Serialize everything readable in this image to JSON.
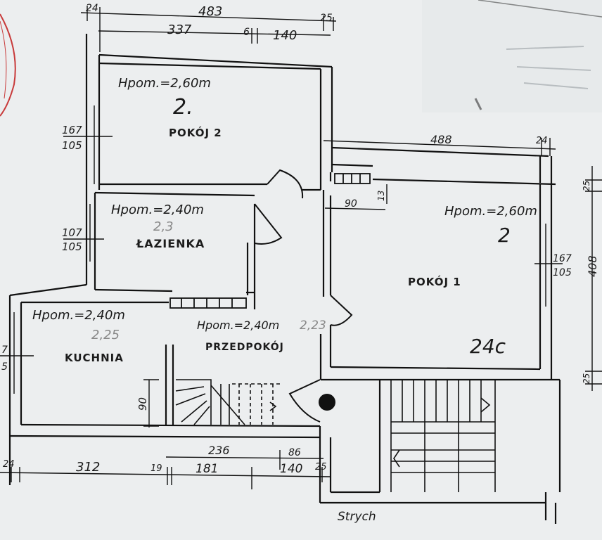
{
  "plan": {
    "rooms": {
      "pokoj2": {
        "name": "POKÓJ 2",
        "height": "Hpom.=2,60m",
        "mark": "2."
      },
      "lazienka": {
        "name": "ŁAZIENKA",
        "height": "Hpom.=2,40m",
        "mark": "2,3"
      },
      "kuchnia": {
        "name": "KUCHNIA",
        "height": "Hpom.=2,40m",
        "mark": "2,25"
      },
      "przedpokoj": {
        "name": "PRZEDPOKÓJ",
        "height": "Hpom.=2,40m",
        "mark": "2,23"
      },
      "pokoj1": {
        "name": "POKÓJ 1",
        "height": "Hpom.=2,60m",
        "mark": "2",
        "mark2": "24c"
      }
    },
    "dimensions": {
      "top_24": "24",
      "top_483": "483",
      "top_25": "25",
      "top_337": "337",
      "top_6": "6",
      "top_140": "140",
      "mid_488": "488",
      "mid_24": "24",
      "p2_167": "167",
      "p2_105": "105",
      "lz_107": "107",
      "lz_105": "105",
      "p1_167": "167",
      "p1_105": "105",
      "p1_90": "90",
      "p1_13": "13",
      "right_408": "408",
      "right_25a": "25",
      "right_25b": "25",
      "k_7": "7",
      "k_5": "5",
      "st_90": "90",
      "bot_236": "236",
      "bot_86": "86",
      "bot_24": "24",
      "bot_312": "312",
      "bot_19": "19",
      "bot_181": "181",
      "bot_140": "140",
      "bot_25": "25"
    },
    "strych": "Strych"
  }
}
